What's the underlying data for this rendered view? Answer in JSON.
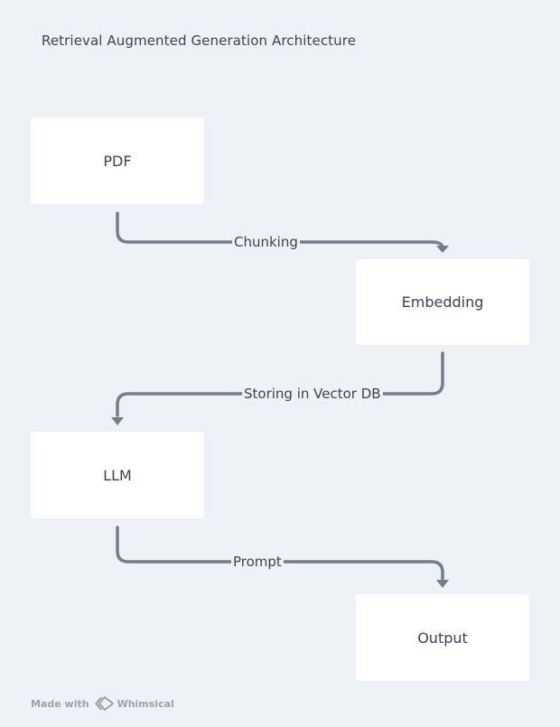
{
  "title": "Retrieval Augmented Generation Architecture",
  "nodes": {
    "pdf": "PDF",
    "embedding": "Embedding",
    "llm": "LLM",
    "output": "Output"
  },
  "edges": {
    "chunking": "Chunking",
    "storing": "Storing in Vector DB",
    "prompt": "Prompt"
  },
  "footer": {
    "made_with": "Made with",
    "brand": "Whimsical"
  },
  "colors": {
    "background": "#eef2f6",
    "node_fill": "#ffffff",
    "connector": "#717e8c",
    "text": "#3b4450"
  }
}
